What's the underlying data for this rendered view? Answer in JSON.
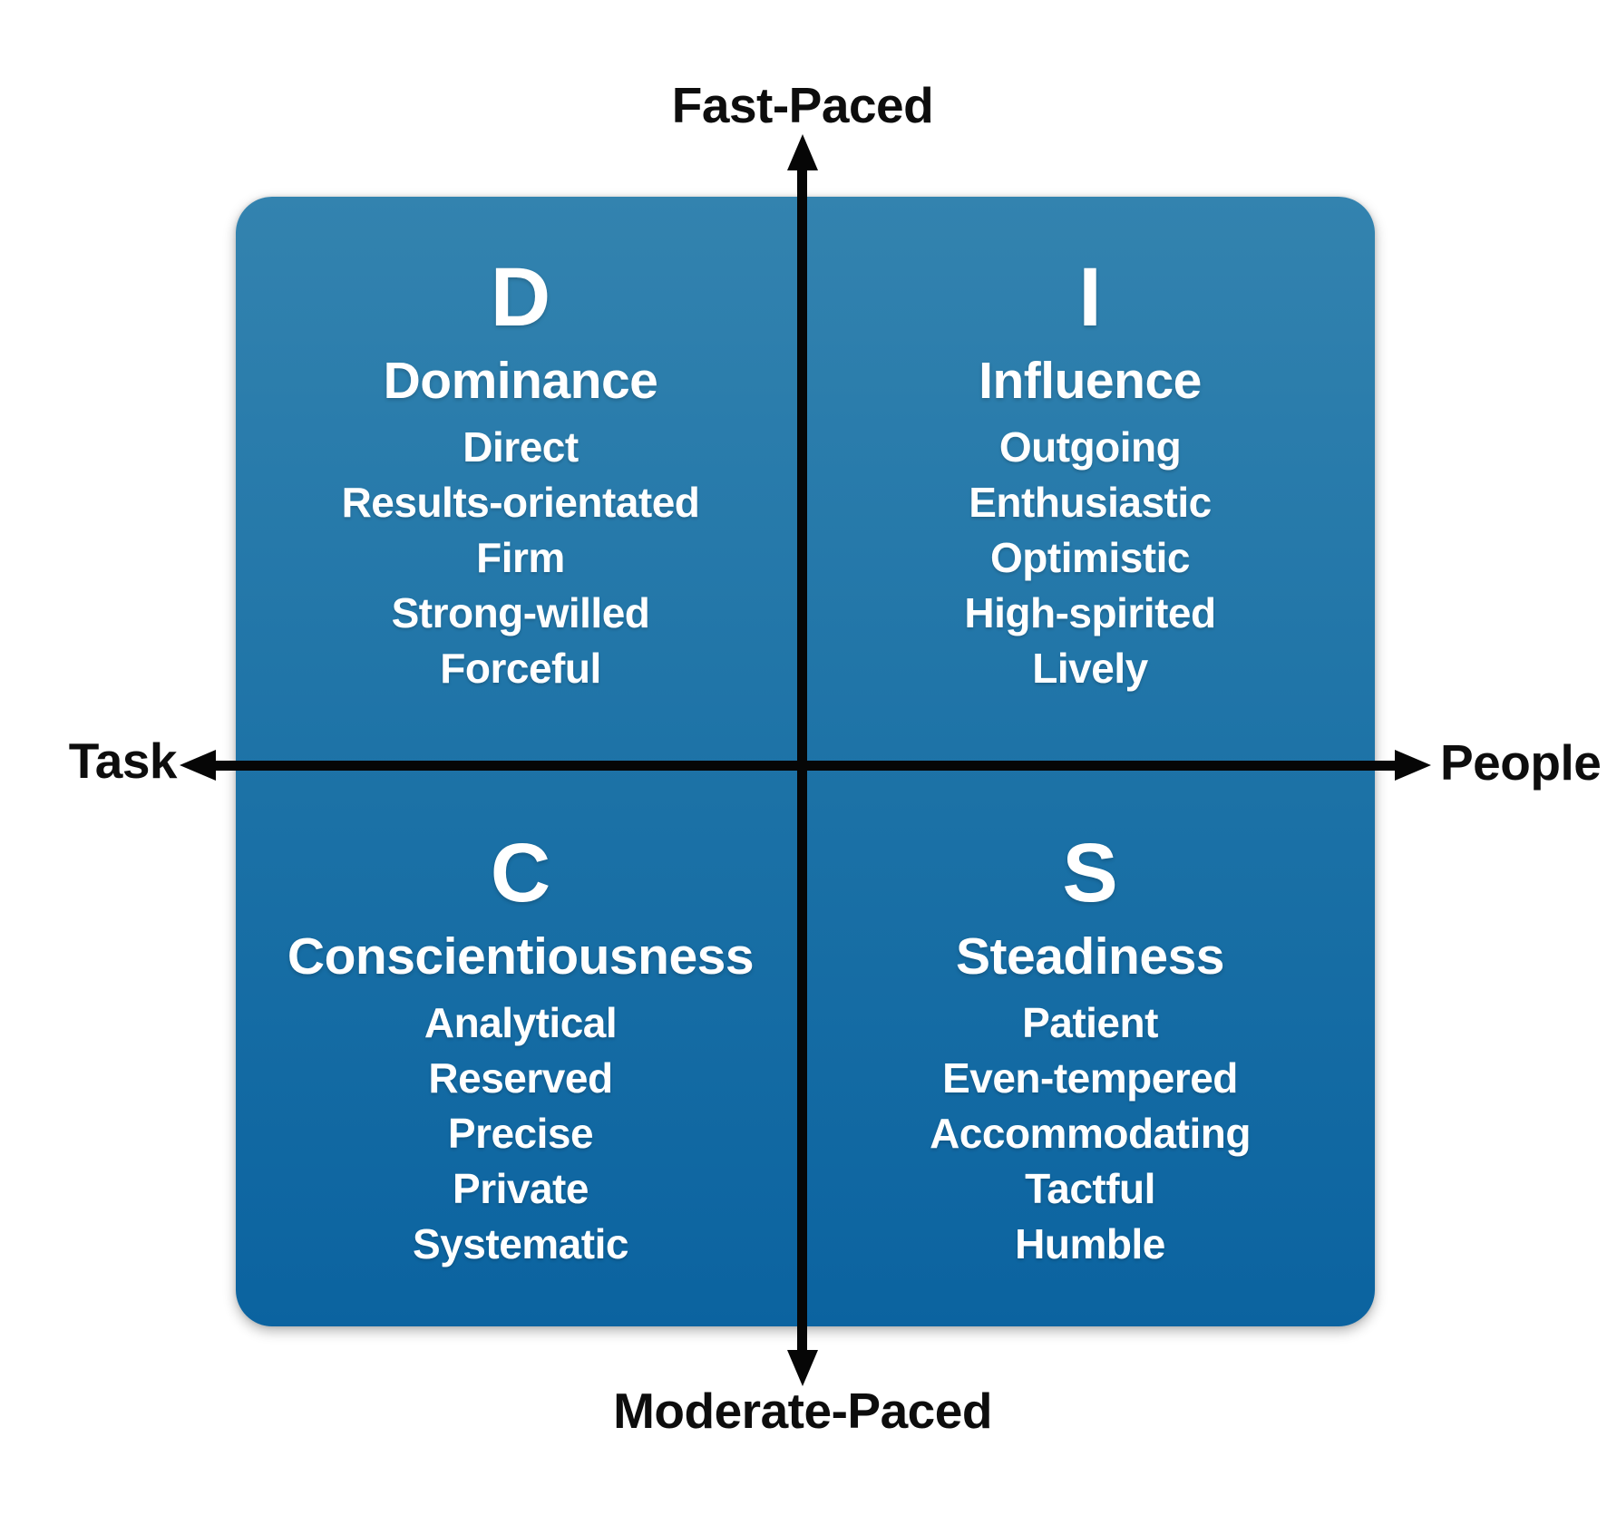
{
  "axes": {
    "top_label": "Fast-Paced",
    "bottom_label": "Moderate-Paced",
    "left_label": "Task",
    "right_label": "People"
  },
  "quadrants": [
    {
      "letter": "D",
      "name": "Dominance",
      "traits": [
        "Direct",
        "Results-orientated",
        "Firm",
        "Strong-willed",
        "Forceful"
      ]
    },
    {
      "letter": "I",
      "name": "Influence",
      "traits": [
        "Outgoing",
        "Enthusiastic",
        "Optimistic",
        "High-spirited",
        "Lively"
      ]
    },
    {
      "letter": "C",
      "name": "Conscientiousness",
      "traits": [
        "Analytical",
        "Reserved",
        "Precise",
        "Private",
        "Systematic"
      ]
    },
    {
      "letter": "S",
      "name": "Steadiness",
      "traits": [
        "Patient",
        "Even-tempered",
        "Accommodating",
        "Tactful",
        "Humble"
      ]
    }
  ],
  "colors": {
    "gradient_top": "#3383af",
    "gradient_mid": "#1b71a6",
    "gradient_bottom": "#0b63a0",
    "axis": "#060606",
    "quadrant_text": "#ffffff",
    "label_text": "#0d0d0d"
  }
}
